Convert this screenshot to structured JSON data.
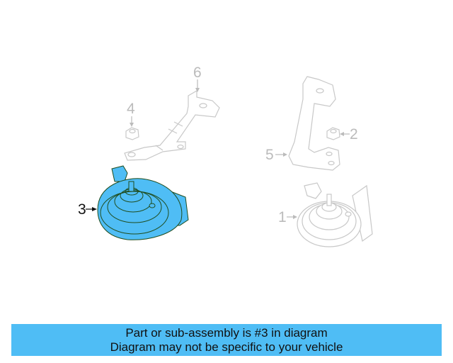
{
  "diagram": {
    "highlight_color": "#4fbdf5",
    "faded_color": "#c8c8c8",
    "callouts": [
      {
        "number": "1",
        "label": "Horn (alternate)",
        "highlighted": false
      },
      {
        "number": "2",
        "label": "Nut",
        "highlighted": false
      },
      {
        "number": "3",
        "label": "Horn",
        "highlighted": true
      },
      {
        "number": "4",
        "label": "Nut",
        "highlighted": false
      },
      {
        "number": "5",
        "label": "Bracket",
        "highlighted": false
      },
      {
        "number": "6",
        "label": "Bracket",
        "highlighted": false
      }
    ]
  },
  "banner": {
    "line1": "Part or sub-assembly is #3 in diagram",
    "line2": "Diagram may not be specific to your vehicle",
    "color": "#4fbdf5"
  }
}
